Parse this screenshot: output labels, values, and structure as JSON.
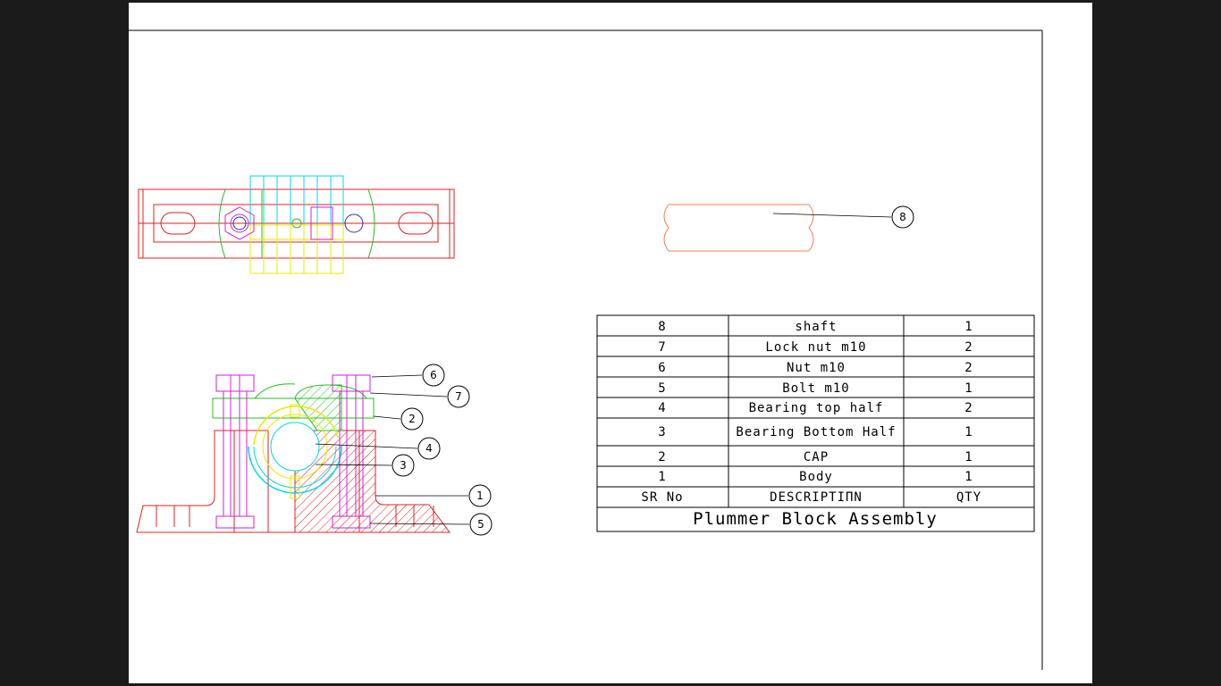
{
  "colors": {
    "background": "#1b1b1b",
    "sheet": "#ffffff",
    "body": "#e02020",
    "cap": "#20c020",
    "bearing_top": "#e8e800",
    "bearing_bottom": "#00d8e8",
    "bolt": "#d020d0",
    "shaft": "#f08050",
    "line": "#000000"
  },
  "balloons": [
    {
      "id": "balloon-6",
      "label": "6"
    },
    {
      "id": "balloon-7",
      "label": "7"
    },
    {
      "id": "balloon-2",
      "label": "2"
    },
    {
      "id": "balloon-4",
      "label": "4"
    },
    {
      "id": "balloon-3",
      "label": "3"
    },
    {
      "id": "balloon-1",
      "label": "1"
    },
    {
      "id": "balloon-5",
      "label": "5"
    },
    {
      "id": "balloon-8",
      "label": "8"
    }
  ],
  "parts_table": {
    "title": "Plummer Block Assembly",
    "header": {
      "sr": "SR No",
      "description": "DESCRIPTIΠN",
      "qty": "QTY"
    },
    "rows": [
      {
        "sr": "8",
        "description": "shaft",
        "qty": "1"
      },
      {
        "sr": "7",
        "description": "Lock nut m10",
        "qty": "2"
      },
      {
        "sr": "6",
        "description": "Nut m10",
        "qty": "2"
      },
      {
        "sr": "5",
        "description": "Bolt m10",
        "qty": "1"
      },
      {
        "sr": "4",
        "description": "Bearing top half",
        "qty": "2"
      },
      {
        "sr": "3",
        "description": "Bearing Bottom Half",
        "qty": "1"
      },
      {
        "sr": "2",
        "description": "CAP",
        "qty": "1"
      },
      {
        "sr": "1",
        "description": "Body",
        "qty": "1"
      }
    ]
  }
}
